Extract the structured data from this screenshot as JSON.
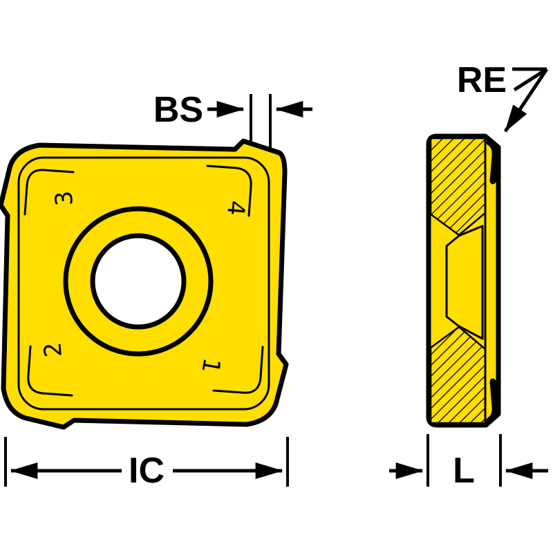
{
  "labels": {
    "bs": "BS",
    "ic": "IC",
    "re": "RE",
    "l": "L"
  },
  "corner_marks": {
    "top_left": "3",
    "top_right": "4",
    "bottom_left": "2",
    "bottom_right": "1"
  },
  "colors": {
    "insert": "#FFDE00",
    "outline": "#000000",
    "background": "#FFFFFF"
  }
}
